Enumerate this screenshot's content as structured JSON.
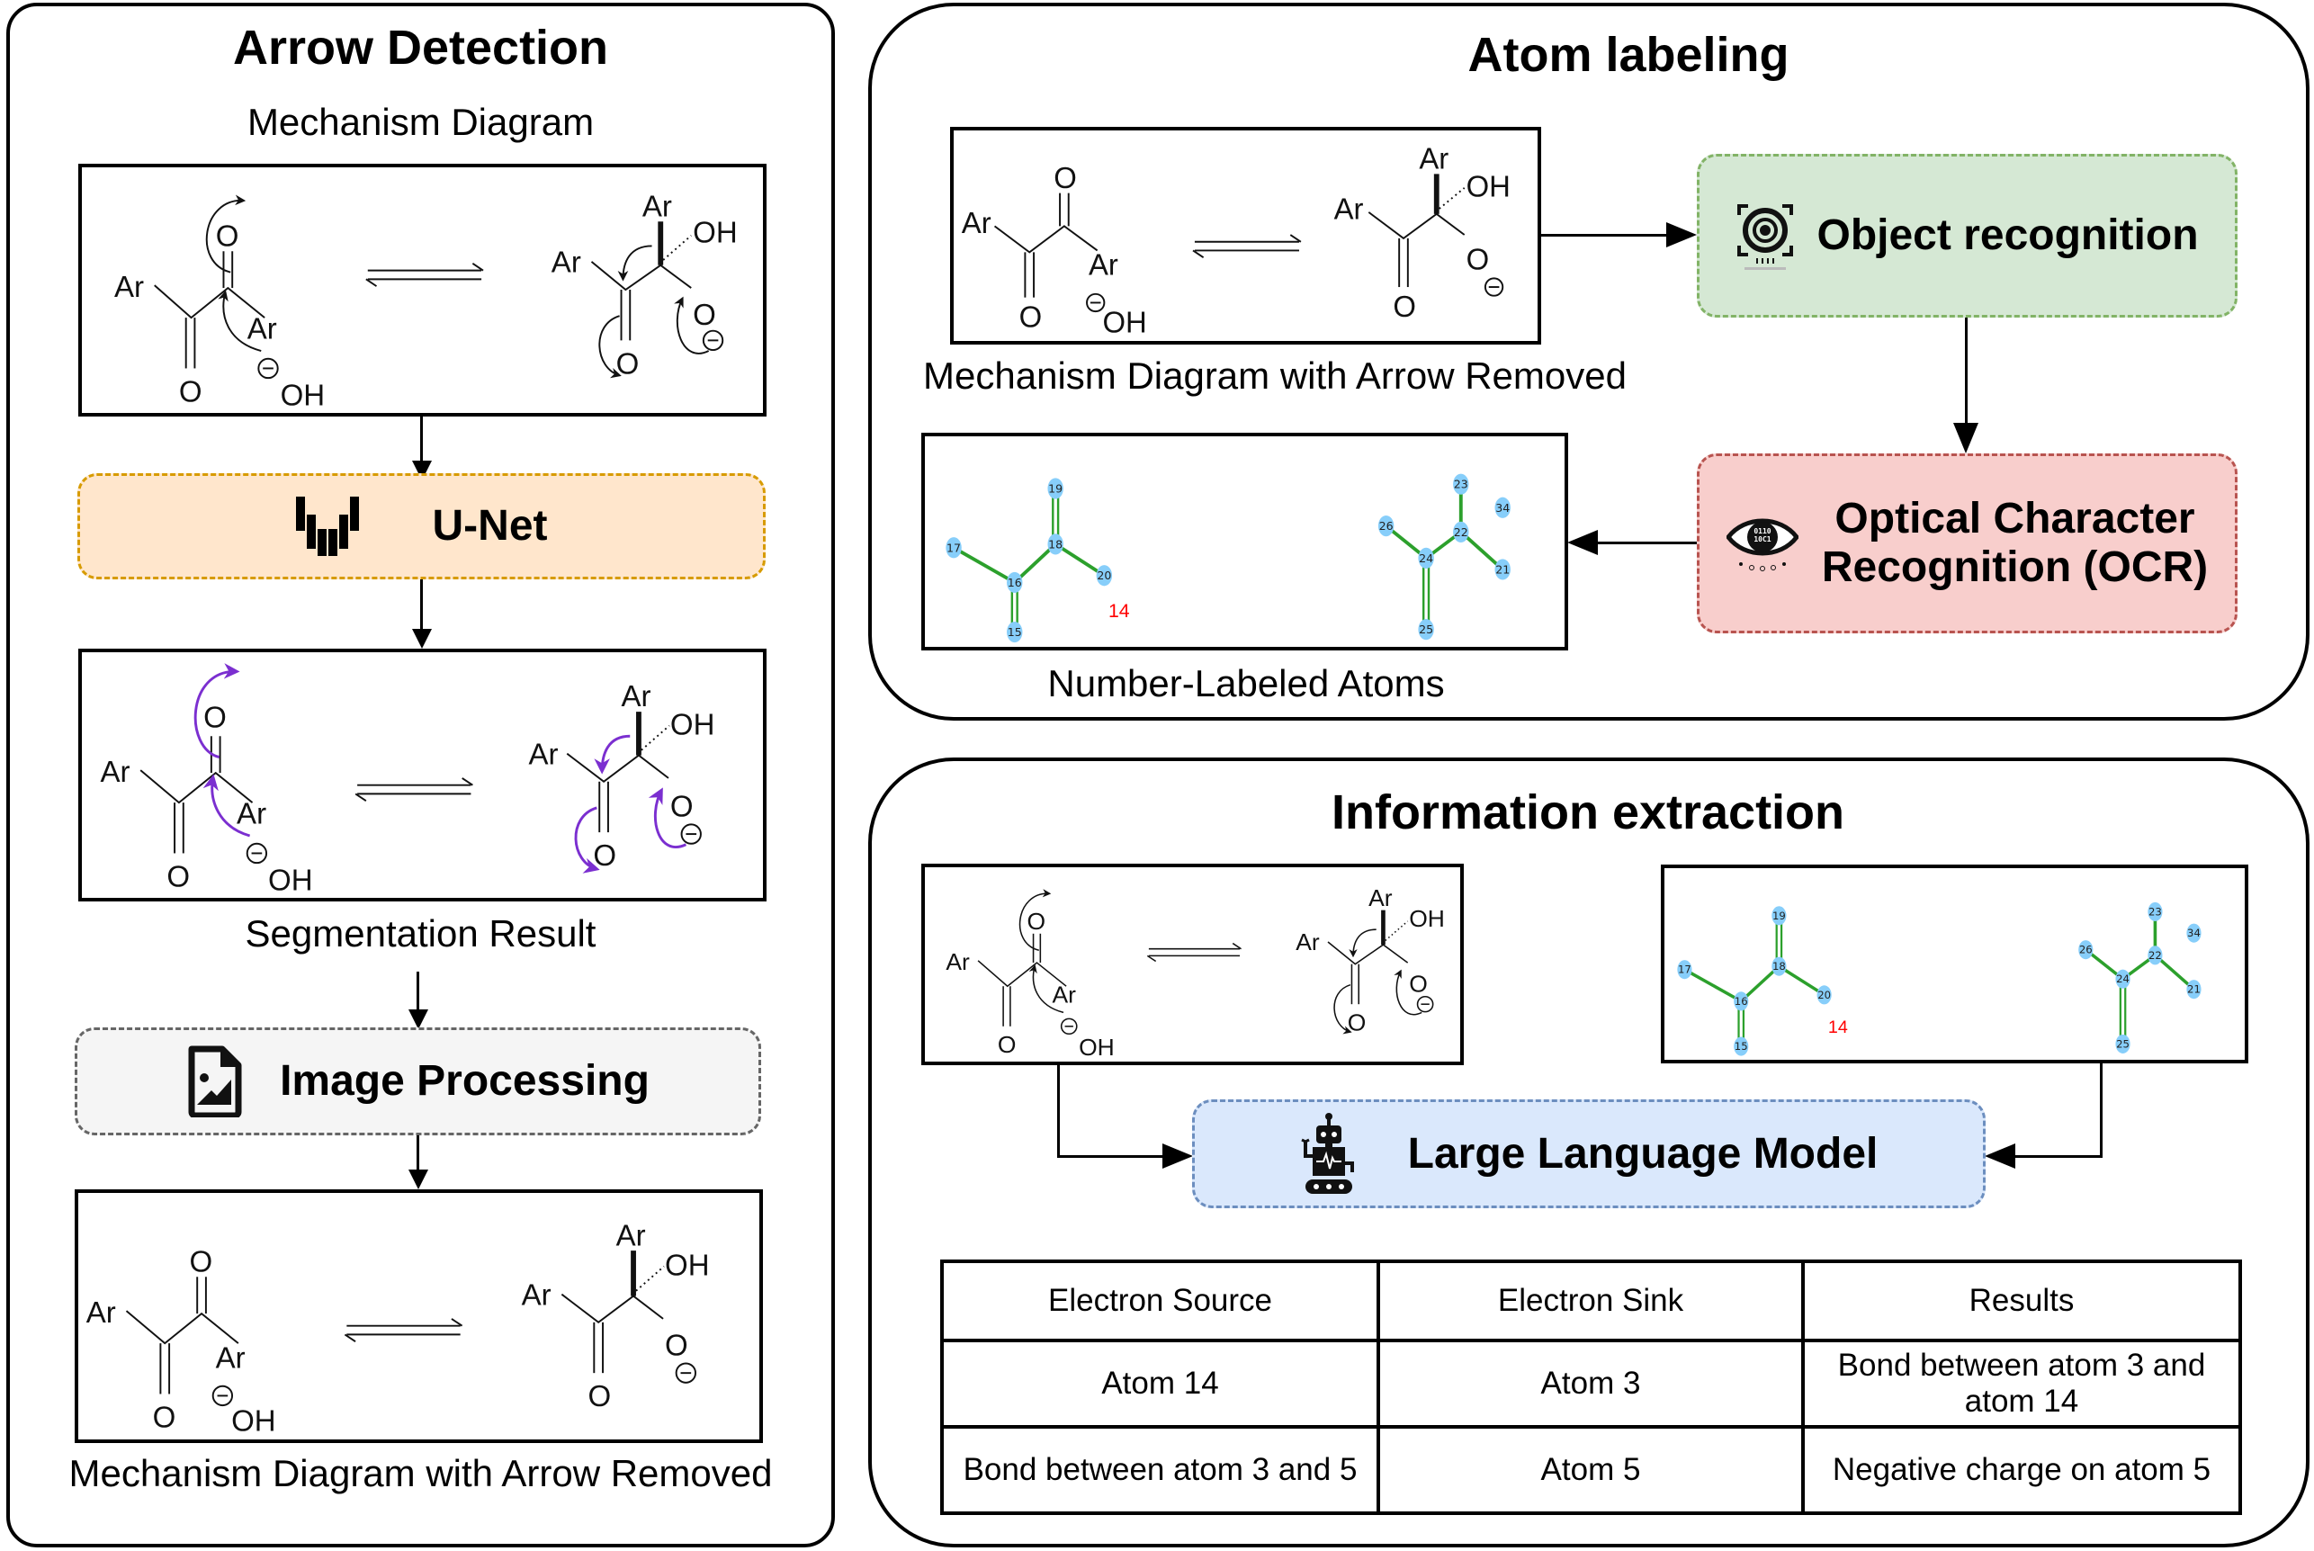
{
  "colors": {
    "unet_fill": "#ffe6cc",
    "unet_border": "#d79b00",
    "imgproc_fill": "#f5f5f5",
    "imgproc_border": "#666666",
    "objrec_fill": "#d5e8d4",
    "objrec_border": "#82b366",
    "ocr_fill": "#f8cecc",
    "ocr_border": "#b85450",
    "llm_fill": "#dae8fc",
    "llm_border": "#6c8ebf",
    "segmentation_arrow": "#7b2fd0",
    "atom_node": "#87cefa",
    "atom_bond": "#2ca02c",
    "highlight_atom": "#ff0000"
  },
  "arrow_detection": {
    "title": "Arrow Detection",
    "input_caption": "Mechanism Diagram",
    "unet": {
      "label": "U-Net",
      "icon": "unet-icon"
    },
    "segmentation_caption": "Segmentation Result",
    "image_processing": {
      "label": "Image Processing",
      "icon": "image-file-icon"
    },
    "output_caption": "Mechanism Diagram with Arrow Removed"
  },
  "atom_labeling": {
    "title": "Atom labeling",
    "input_caption": "Mechanism Diagram with Arrow Removed",
    "object_recognition": {
      "label": "Object recognition",
      "icon": "camera-target-icon"
    },
    "ocr": {
      "label_line1": "Optical Character",
      "label_line2": "Recognition (OCR)",
      "icon": "binary-eye-icon"
    },
    "output_caption": "Number-Labeled Atoms"
  },
  "molecule": {
    "labels": {
      "ar": "Ar",
      "o": "O",
      "oh": "OH",
      "minus": "−"
    }
  },
  "atom_graph": {
    "atoms": [
      "15",
      "16",
      "17",
      "18",
      "19",
      "20",
      "21",
      "22",
      "23",
      "24",
      "25",
      "26",
      "34"
    ],
    "free_label": "14"
  },
  "information_extraction": {
    "title": "Information extraction",
    "llm": {
      "label": "Large Language Model",
      "icon": "robot-icon"
    },
    "table": {
      "headers": [
        "Electron Source",
        "Electron Sink",
        "Results"
      ],
      "rows": [
        [
          "Atom 14",
          "Atom 3",
          "Bond between atom 3 and atom 14"
        ],
        [
          "Bond between atom 3 and 5",
          "Atom 5",
          "Negative charge on atom 5"
        ]
      ]
    }
  }
}
